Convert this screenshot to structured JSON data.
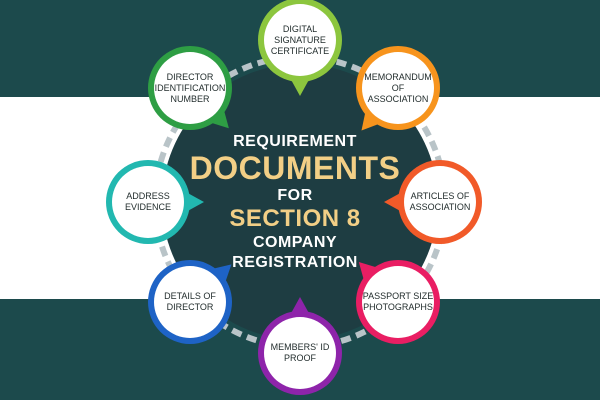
{
  "title": {
    "line1": "REQUIREMENT",
    "line2": "DOCUMENTS",
    "line3": "FOR",
    "line4": "SECTION 8",
    "line5": "COMPANY",
    "line6": "REGISTRATION"
  },
  "nodes": [
    {
      "label": "DIGITAL SIGNATURE CERTIFICATE",
      "color": "#8cc63e"
    },
    {
      "label": "MEMORANDUM OF ASSOCIATION",
      "color": "#f7941d"
    },
    {
      "label": "ARTICLES OF ASSOCIATION",
      "color": "#f15a29"
    },
    {
      "label": "PASSPORT SIZE PHOTOGRAPHS",
      "color": "#e91e63"
    },
    {
      "label": "MEMBERS' ID PROOF",
      "color": "#8e24aa"
    },
    {
      "label": "DETAILS OF DIRECTOR",
      "color": "#1e63c6"
    },
    {
      "label": "ADDRESS EVIDENCE",
      "color": "#22b8b0"
    },
    {
      "label": "DIRECTOR IDENTIFICATION NUMBER",
      "color": "#2e9e44"
    }
  ],
  "colors": {
    "background": "#1c4a4c",
    "band": "#ffffff",
    "center_disc": "#1e3d42",
    "ring": "#b9c4c8",
    "title_white": "#ffffff",
    "title_gold": "#f2cf86"
  }
}
